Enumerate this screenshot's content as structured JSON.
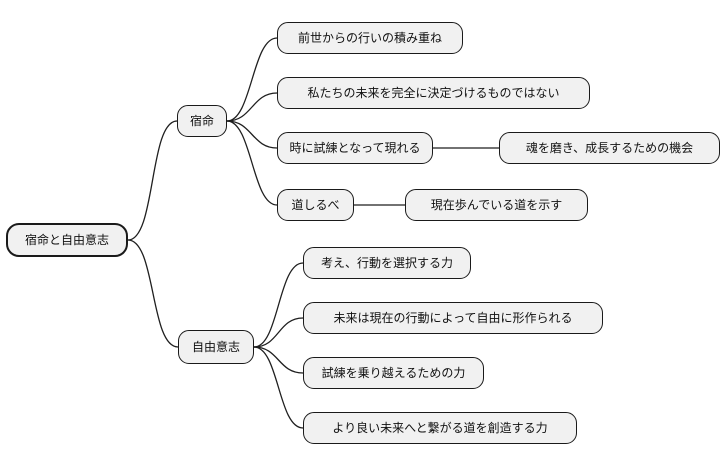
{
  "diagram": {
    "type": "mindmap",
    "colors": {
      "node_fill": "#f1f1f1",
      "node_border": "#1a1a1a",
      "edge": "#1f1f1f",
      "background": "#ffffff"
    },
    "root": {
      "label": "宿命と自由意志"
    },
    "branches": [
      {
        "label": "宿命",
        "children": [
          {
            "label": "前世からの行いの積み重ね"
          },
          {
            "label": "私たちの未来を完全に決定づけるものではない"
          },
          {
            "label": "時に試練となって現れる",
            "child": {
              "label": "魂を磨き、成長するための機会"
            }
          },
          {
            "label": "道しるべ",
            "child": {
              "label": "現在歩んでいる道を示す"
            }
          }
        ]
      },
      {
        "label": "自由意志",
        "children": [
          {
            "label": "考え、行動を選択する力"
          },
          {
            "label": "未来は現在の行動によって自由に形作られる"
          },
          {
            "label": "試練を乗り越えるための力"
          },
          {
            "label": "より良い未来へと繋がる道を創造する力"
          }
        ]
      }
    ]
  }
}
